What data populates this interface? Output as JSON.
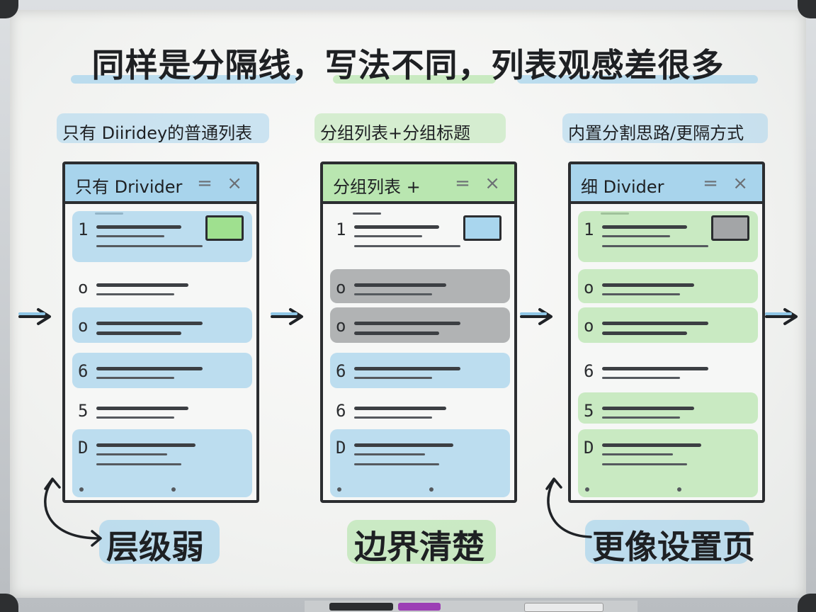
{
  "title": "同样是分隔线，写法不同，列表观感差很多",
  "colors": {
    "blue": "#a8d4ec",
    "green": "#b9e6b0",
    "gray": "#9a9c9e",
    "blue_thumb": "#a9d6ee",
    "green_thumb": "#9fe08f",
    "gray_thumb": "#a3a5a7"
  },
  "panels": [
    {
      "caption": "只有 Diiridey的普通列表",
      "window_title": "只有 Drivider",
      "window_controls": "= ×",
      "bottom_label": "层级弱",
      "rows": [
        {
          "num": "1",
          "bg": "blue",
          "thumb": "green_thumb"
        },
        {
          "num": "o",
          "bg": "none"
        },
        {
          "num": "o",
          "bg": "blue"
        },
        {
          "num": "6",
          "bg": "blue"
        },
        {
          "num": "5",
          "bg": "none"
        },
        {
          "num": "D",
          "bg": "blue"
        }
      ]
    },
    {
      "caption": "分组列表+分组标题",
      "window_title": "分组列表 +",
      "window_controls": "= ×",
      "bottom_label": "边界清楚",
      "rows": [
        {
          "num": "1",
          "bg": "none",
          "thumb": "blue_thumb"
        },
        {
          "num": "o",
          "bg": "gray"
        },
        {
          "num": "o",
          "bg": "gray"
        },
        {
          "num": "6",
          "bg": "blue"
        },
        {
          "num": "6",
          "bg": "none"
        },
        {
          "num": "D",
          "bg": "blue"
        }
      ]
    },
    {
      "caption": "内置分割思路/更隔方式",
      "window_title": "细 Divider",
      "window_controls": "= ×",
      "bottom_label": "更像设置页",
      "rows": [
        {
          "num": "1",
          "bg": "green",
          "thumb": "gray_thumb"
        },
        {
          "num": "o",
          "bg": "green"
        },
        {
          "num": "o",
          "bg": "green"
        },
        {
          "num": "6",
          "bg": "none"
        },
        {
          "num": "5",
          "bg": "green"
        },
        {
          "num": "D",
          "bg": "green"
        }
      ]
    }
  ]
}
